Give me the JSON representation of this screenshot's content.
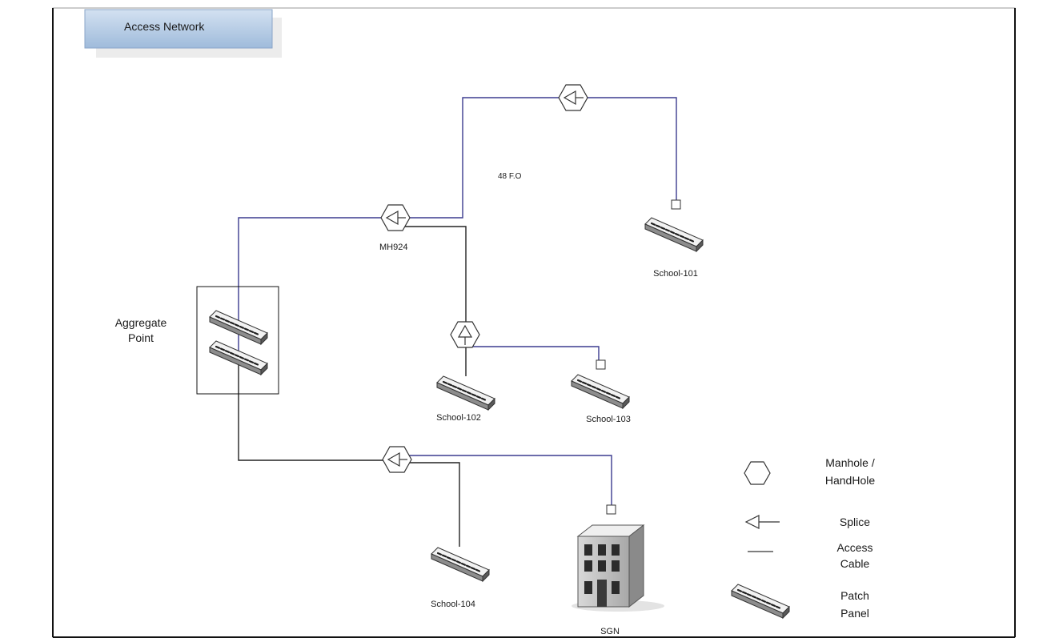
{
  "header": {
    "title": "Access Network"
  },
  "labels": {
    "cable_fiber_count": "48 F.O",
    "mh924": "MH924",
    "aggregate_line1": "Aggregate",
    "aggregate_line2": "Point",
    "school_101": "School-101",
    "school_102": "School-102",
    "school_103": "School-103",
    "school_104": "School-104",
    "sgn": "SGN"
  },
  "legend": {
    "manhole_line1": "Manhole /",
    "manhole_line2": "HandHole",
    "splice": "Splice",
    "cable_line1": "Access",
    "cable_line2": "Cable",
    "patch_line1": "Patch",
    "patch_line2": "Panel"
  },
  "colors": {
    "cable": "#3b3b8f",
    "title_box": "#b8cde6"
  }
}
